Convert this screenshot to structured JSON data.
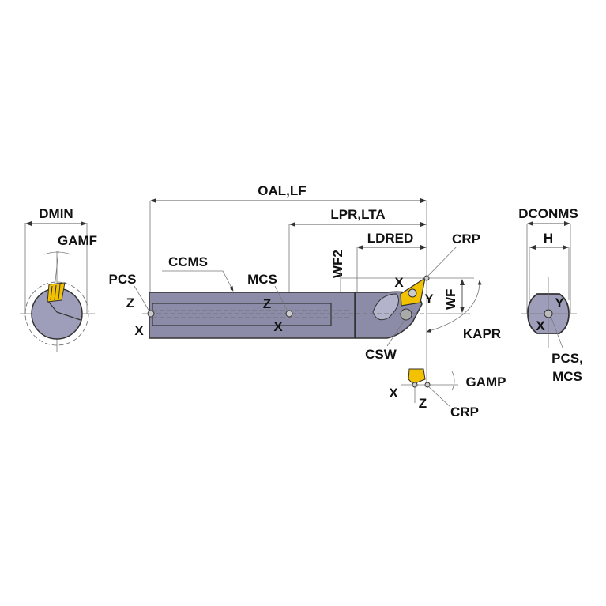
{
  "colors": {
    "body": "#8d8ca8",
    "body_light": "#b4b3cc",
    "insert": "#f2c200",
    "outline": "#333333"
  },
  "side_view": {
    "dmin": "DMIN",
    "gamf": "GAMF"
  },
  "main_view": {
    "oal_lf": "OAL,LF",
    "lpr_lta": "LPR,LTA",
    "ldred": "LDRED",
    "wf2": "WF2",
    "crp_top": "CRP",
    "pcs": "PCS",
    "ccms": "CCMS",
    "mcs": "MCS",
    "z_pcs": "Z",
    "x_pcs": "X",
    "z_mcs": "Z",
    "x_mcs": "X",
    "x_insert": "X",
    "y_insert": "Y",
    "wf": "WF",
    "kapr": "KAPR",
    "csw": "CSW",
    "gamp": "GAMP",
    "x_bottom": "X",
    "z_bottom": "Z",
    "crp_bottom": "CRP"
  },
  "end_view": {
    "dconms": "DCONMS",
    "h": "H",
    "y": "Y",
    "x": "X",
    "pcs": "PCS,",
    "mcs": "MCS"
  }
}
